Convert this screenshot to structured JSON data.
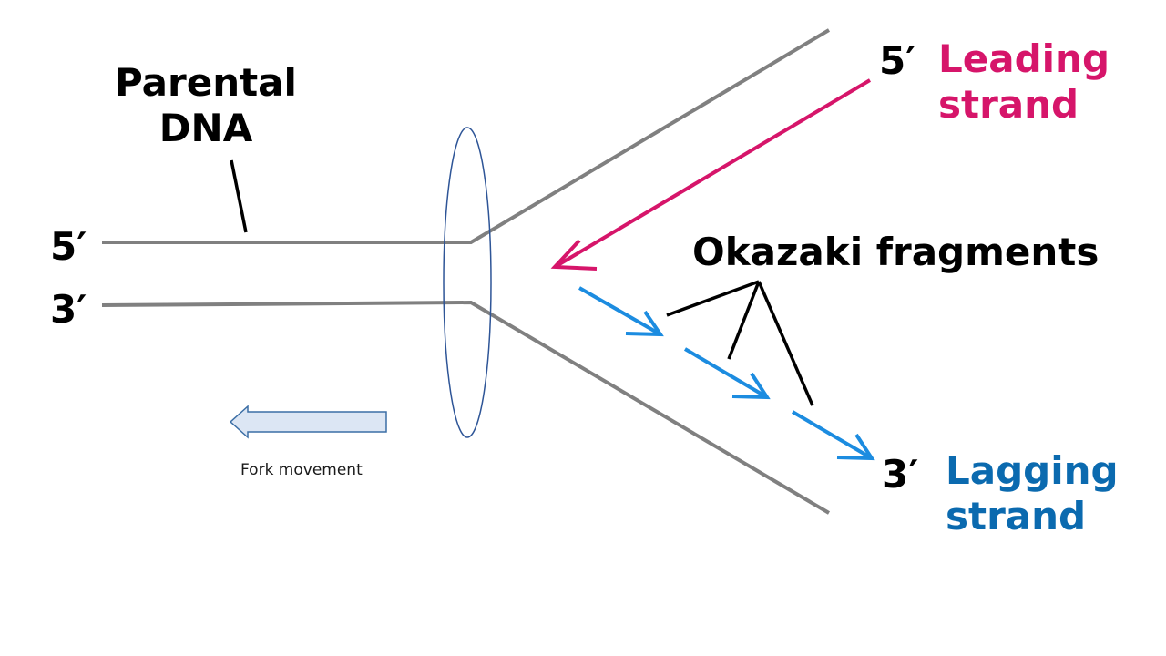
{
  "parental_dna": {
    "line1": "Parental",
    "line2": "DNA"
  },
  "left_labels": {
    "top": "5′",
    "bottom": "3′"
  },
  "leading": {
    "end_label": "5′",
    "line1": "Leading",
    "line2": "strand",
    "color": "#d6156a"
  },
  "lagging": {
    "end_label": "3′",
    "line1": "Lagging",
    "line2": "strand",
    "color": "#0b6aaf"
  },
  "okazaki": {
    "label": "Okazaki fragments"
  },
  "fork": {
    "label": "Fork movement",
    "arrow_color": "#dce6f4",
    "arrow_stroke": "#3b6ea5"
  },
  "colors": {
    "parental_strand": "#808080",
    "leading_arrow": "#d6156a",
    "lagging_arrow": "#1c8ce0",
    "ellipse": "#2e5597",
    "pointer": "#000000"
  }
}
